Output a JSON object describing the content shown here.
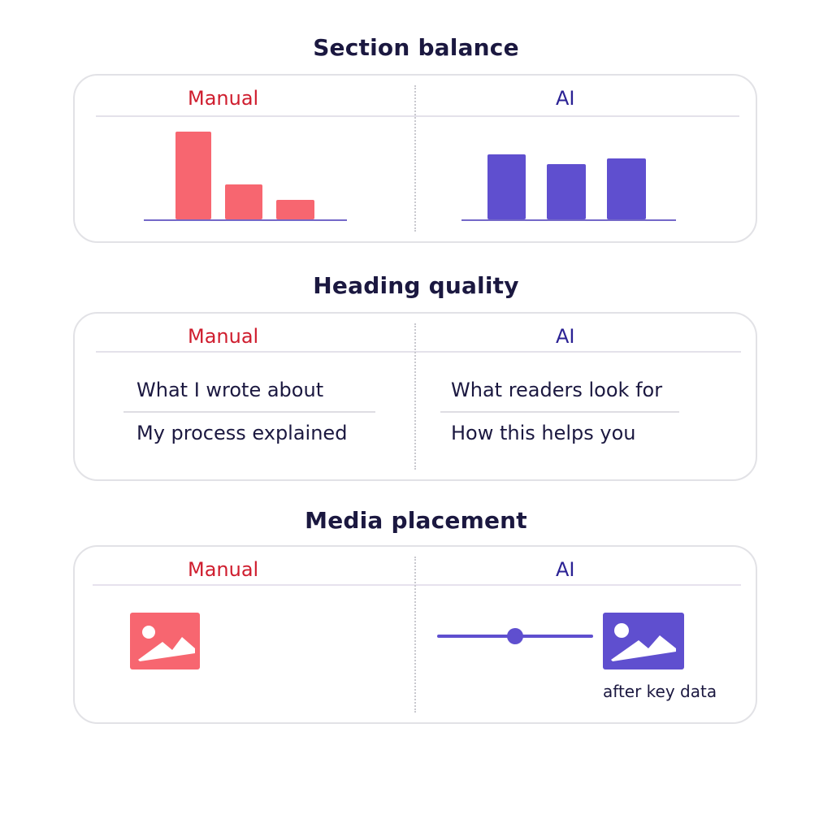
{
  "sections": [
    {
      "title": "Section balance",
      "manual_label": "Manual",
      "ai_label": "AI",
      "manual_bars": [
        1.0,
        0.4,
        0.22
      ],
      "ai_bars": [
        0.74,
        0.63,
        0.69
      ]
    },
    {
      "title": "Heading quality",
      "manual_label": "Manual",
      "ai_label": "AI",
      "manual_headings": [
        "What I wrote about",
        "My process explained"
      ],
      "ai_headings": [
        "What readers look for",
        "How this helps you"
      ]
    },
    {
      "title": "Media placement",
      "manual_label": "Manual",
      "ai_label": "AI",
      "manual_media_icon": "image-icon",
      "ai_media_icon": "image-icon",
      "ai_slider_position": 0.5,
      "ai_caption": "after key data"
    }
  ],
  "colors": {
    "manual": "#f76670",
    "manual_label": "#cf1d2e",
    "ai": "#5f4fcf",
    "ai_label": "#2b2294"
  }
}
